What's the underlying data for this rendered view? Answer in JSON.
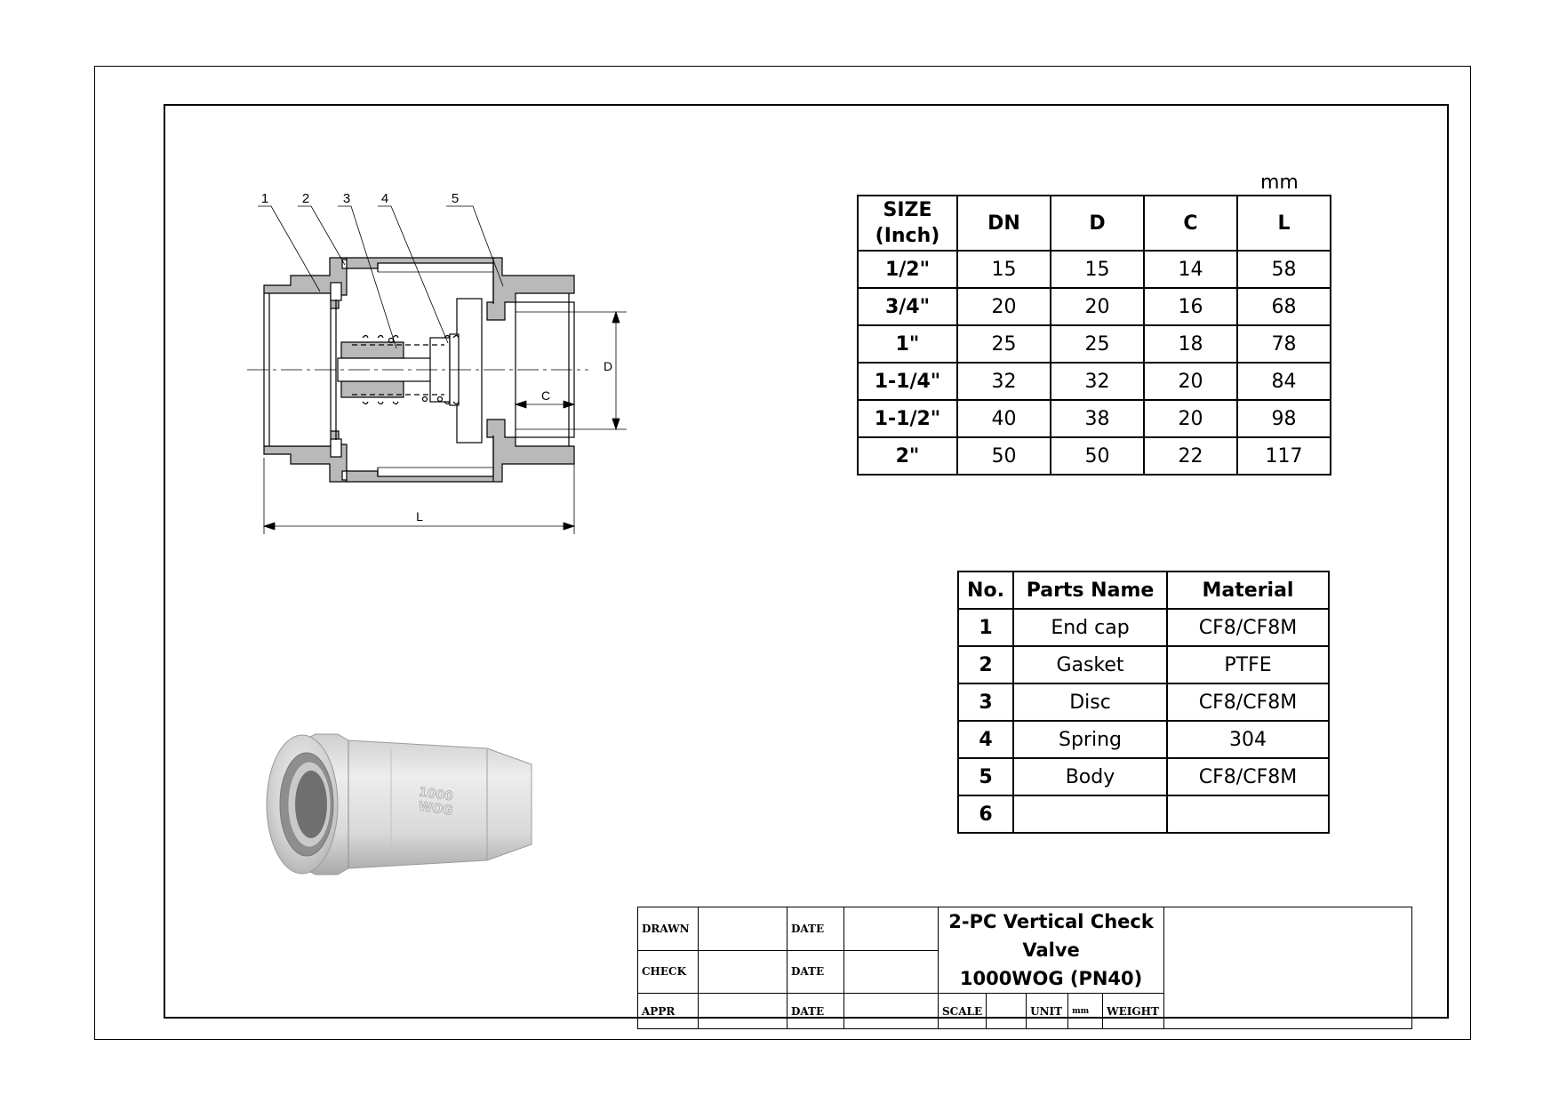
{
  "unit": "mm",
  "size_table": {
    "headers": [
      "SIZE\n(Inch)",
      "DN",
      "D",
      "C",
      "L"
    ],
    "rows": [
      [
        "1/2\"",
        "15",
        "15",
        "14",
        "58"
      ],
      [
        "3/4\"",
        "20",
        "20",
        "16",
        "68"
      ],
      [
        "1\"",
        "25",
        "25",
        "18",
        "78"
      ],
      [
        "1-1/4\"",
        "32",
        "32",
        "20",
        "84"
      ],
      [
        "1-1/2\"",
        "40",
        "38",
        "20",
        "98"
      ],
      [
        "2\"",
        "50",
        "50",
        "22",
        "117"
      ]
    ]
  },
  "parts_table": {
    "headers": [
      "No.",
      "Parts Name",
      "Material"
    ],
    "rows": [
      [
        "1",
        "End cap",
        "CF8/CF8M"
      ],
      [
        "2",
        "Gasket",
        "PTFE"
      ],
      [
        "3",
        "Disc",
        "CF8/CF8M"
      ],
      [
        "4",
        "Spring",
        "304"
      ],
      [
        "5",
        "Body",
        "CF8/CF8M"
      ],
      [
        "6",
        "",
        ""
      ]
    ]
  },
  "callouts": [
    "1",
    "2",
    "3",
    "4",
    "5"
  ],
  "dimension_labels": {
    "d": "D",
    "c": "C",
    "l": "L"
  },
  "photo_marking": [
    "1000",
    "WOG"
  ],
  "title_block": {
    "drawn": "DRAWN",
    "check": "CHECK",
    "appr": "APPR",
    "date": "DATE",
    "title_line1": "2-PC Vertical Check Valve",
    "title_line2": "1000WOG (PN40)",
    "scale": "SCALE",
    "unit": "UNIT",
    "unit_value": "mm",
    "weight": "WEIGHT"
  },
  "colors": {
    "section_fill": "#b9b9b9",
    "line": "#000000"
  }
}
